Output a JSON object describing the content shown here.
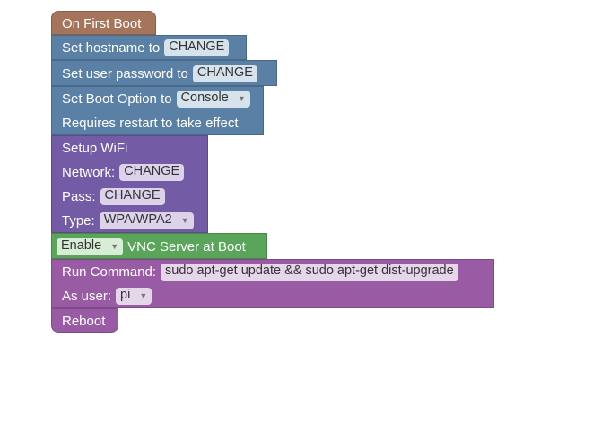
{
  "blocks": {
    "on_first_boot": {
      "label": "On First Boot",
      "color": "#a5745b"
    },
    "hostname": {
      "label": "Set hostname to",
      "value": "CHANGE",
      "color": "#5b80a5"
    },
    "password": {
      "label": "Set user password to",
      "value": "CHANGE",
      "color": "#5b80a5"
    },
    "boot_option": {
      "label": "Set Boot Option to",
      "value": "Console",
      "note": "Requires restart to take effect",
      "color": "#5b80a5"
    },
    "wifi": {
      "title": "Setup WiFi",
      "network_label": "Network:",
      "network_value": "CHANGE",
      "pass_label": "Pass:",
      "pass_value": "CHANGE",
      "type_label": "Type:",
      "type_value": "WPA/WPA2",
      "color": "#745ba5"
    },
    "vnc": {
      "toggle_value": "Enable",
      "label": "VNC Server at Boot",
      "color": "#5ba55b"
    },
    "run_command": {
      "label": "Run Command:",
      "value": "sudo apt-get update && sudo apt-get dist-upgrade",
      "user_label": "As user:",
      "user_value": "pi",
      "color": "#9a5ba5"
    },
    "reboot": {
      "label": "Reboot",
      "color": "#9a5ba5"
    }
  },
  "icons": {
    "dropdown": "caret-down-icon"
  },
  "dropdown_glyph": "▼"
}
